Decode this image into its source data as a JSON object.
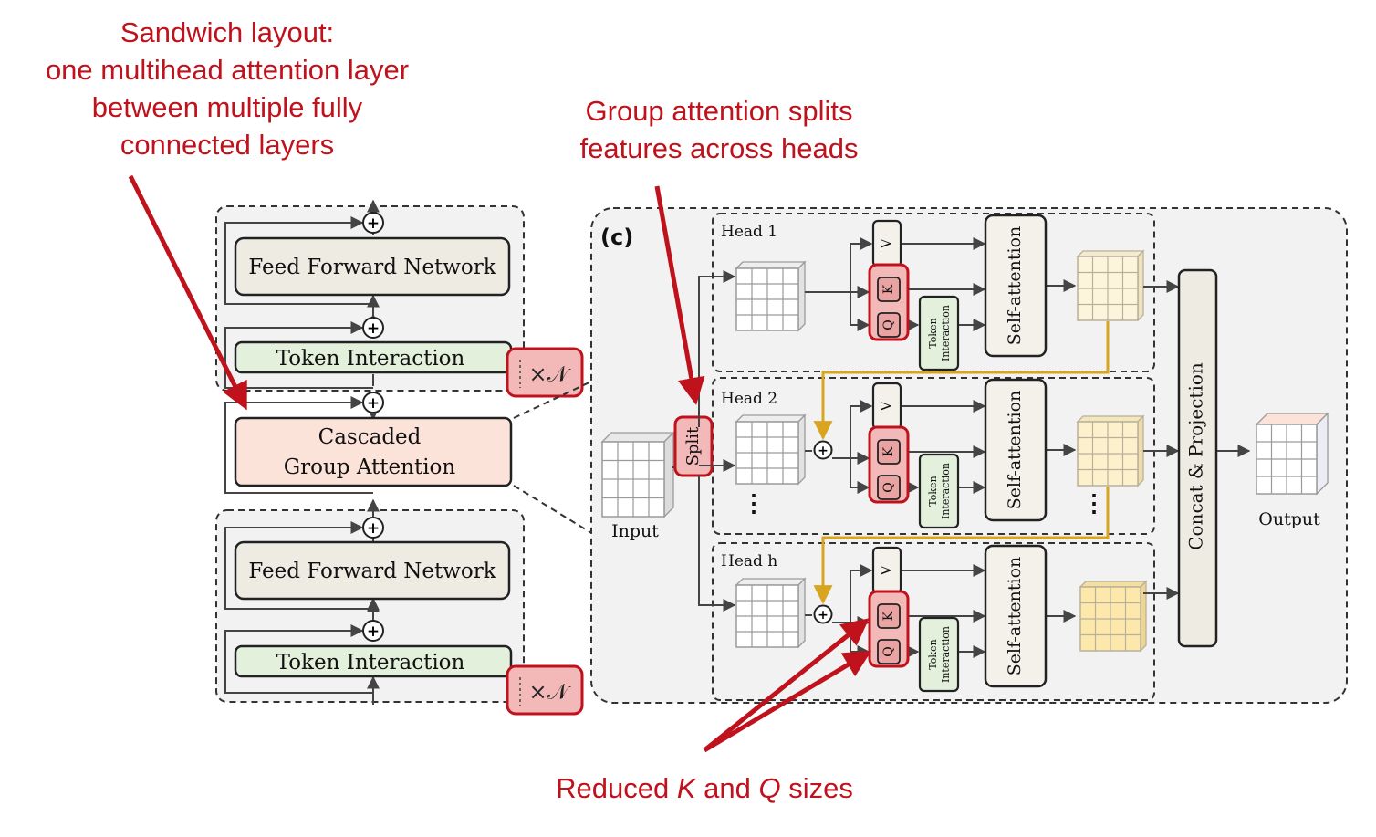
{
  "annotations": {
    "sandwich": [
      "Sandwich layout:",
      "one multihead attention layer",
      "between multiple fully",
      "connected layers"
    ],
    "group": [
      "Group attention splits",
      "features across heads"
    ],
    "reduced": {
      "pre": "Reduced ",
      "k": "K",
      "mid": " and ",
      "q": "Q",
      "post": " sizes"
    }
  },
  "left_block": {
    "ffn_label": "Feed Forward Network",
    "ti_label": "Token Interaction",
    "cga_label": [
      "Cascaded",
      "Group Attention"
    ],
    "repeat_label": "×𝒩",
    "plus": "+"
  },
  "panel": {
    "tag": "(c)",
    "input_label": "Input",
    "output_label": "Output",
    "split_label": "Split",
    "concat_label": "Concat & Projection",
    "heads": [
      {
        "name": "Head 1"
      },
      {
        "name": "Head 2"
      },
      {
        "name": "Head h"
      }
    ],
    "v_label": "V",
    "k_label": "K",
    "q_label": "Q",
    "ti_small": [
      "Token",
      "Interaction"
    ],
    "sa_label": "Self-attention",
    "plus": "+",
    "dots": "⋮"
  },
  "colors": {
    "annotation_red": "#c0121c",
    "ffn_fill": "#eeebe3",
    "ti_fill": "#e3f0dc",
    "cga_fill": "#fbe3da",
    "highlight_fill": "#f3b8b8",
    "highlight_stroke": "#c0121c",
    "cascade_arrow": "#d9a520",
    "panel_bg": "#f2f2f2",
    "feature_head1": "#fdf4dc",
    "feature_head2": "#fdf0cc",
    "feature_headh": "#fde8ac"
  }
}
